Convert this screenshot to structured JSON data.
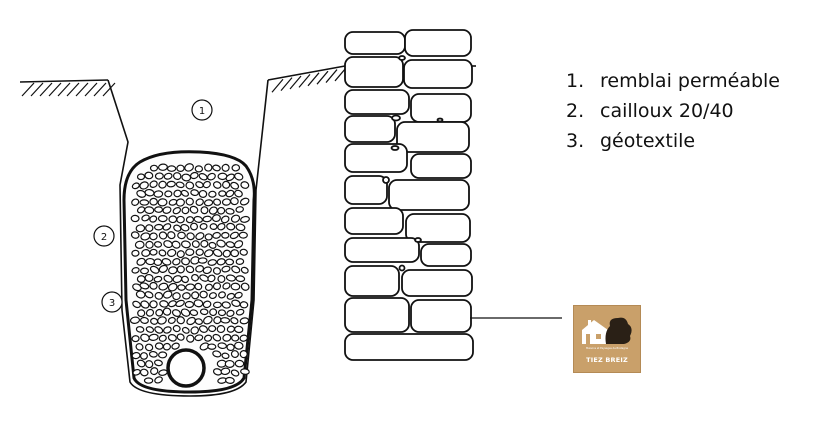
{
  "legend": {
    "items": [
      {
        "number": "1.",
        "label": "remblai perméable"
      },
      {
        "number": "2.",
        "label": "cailloux 20/40"
      },
      {
        "number": "3.",
        "label": "géotextile"
      }
    ]
  },
  "callouts": [
    {
      "label": "1",
      "refers_to": "remblai perméable"
    },
    {
      "label": "2",
      "refers_to": "cailloux 20/40"
    },
    {
      "label": "3",
      "refers_to": "géotextile"
    }
  ],
  "logo": {
    "name": "TIEZ BREIZ",
    "tagline": "Maisons et Paysages de Bretagne",
    "background": "#c9a06a"
  },
  "colors": {
    "ink": "#111111",
    "paper": "#ffffff"
  }
}
